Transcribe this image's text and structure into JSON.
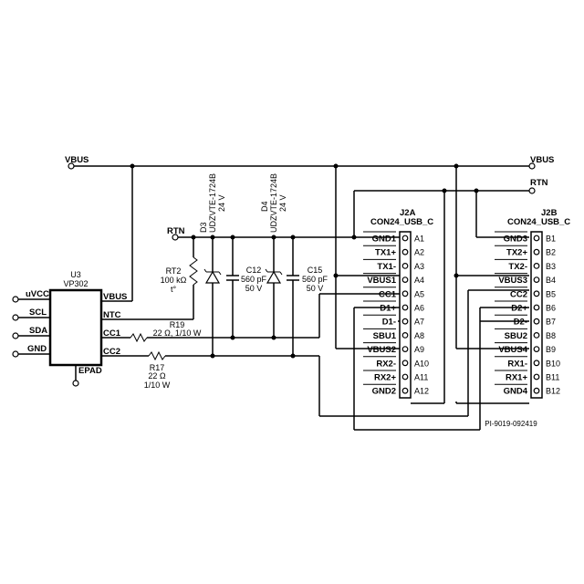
{
  "nets": {
    "vbus_left": "VBUS",
    "vbus_right": "VBUS",
    "rtn_right": "RTN",
    "rtn_left": "RTN"
  },
  "u3": {
    "ref": "U3",
    "part": "VP302",
    "pins_left": [
      "uVCC",
      "SCL",
      "SDA",
      "GND"
    ],
    "pins_right": [
      "VBUS",
      "NTC",
      "CC1",
      "CC2"
    ],
    "pin_bottom": "EPAD"
  },
  "parts": {
    "rt2": {
      "ref": "RT2",
      "value": "100 kΩ",
      "note": "t°"
    },
    "d3": {
      "ref": "D3",
      "value": "UDZVTE-1724B",
      "rating": "24 V"
    },
    "d4": {
      "ref": "D4",
      "value": "UDZVTE-1724B",
      "rating": "24 V"
    },
    "c12": {
      "ref": "C12",
      "value": "560 pF",
      "rating": "50 V"
    },
    "c15": {
      "ref": "C15",
      "value": "560 pF",
      "rating": "50 V"
    },
    "r19": {
      "ref": "R19",
      "value": "22 Ω, 1/10 W"
    },
    "r17": {
      "ref": "R17",
      "value": "22 Ω",
      "rating": "1/10 W"
    }
  },
  "j2a": {
    "ref": "J2A",
    "part": "CON24_USB_C",
    "signals": [
      "GND1",
      "TX1+",
      "TX1-",
      "VBUS1",
      "CC1",
      "D1+",
      "D1-",
      "SBU1",
      "VBUS2",
      "RX2-",
      "RX2+",
      "GND2"
    ],
    "pins": [
      "A1",
      "A2",
      "A3",
      "A4",
      "A5",
      "A6",
      "A7",
      "A8",
      "A9",
      "A10",
      "A11",
      "A12"
    ]
  },
  "j2b": {
    "ref": "J2B",
    "part": "CON24_USB_C",
    "signals": [
      "GND3",
      "TX2+",
      "TX2-",
      "VBUS3",
      "CC2",
      "D2+",
      "D2-",
      "SBU2",
      "VBUS4",
      "RX1-",
      "RX1+",
      "GND4"
    ],
    "pins": [
      "B1",
      "B2",
      "B3",
      "B4",
      "B5",
      "B6",
      "B7",
      "B8",
      "B9",
      "B10",
      "B11",
      "B12"
    ]
  },
  "figure_id": "PI-9019-092419"
}
